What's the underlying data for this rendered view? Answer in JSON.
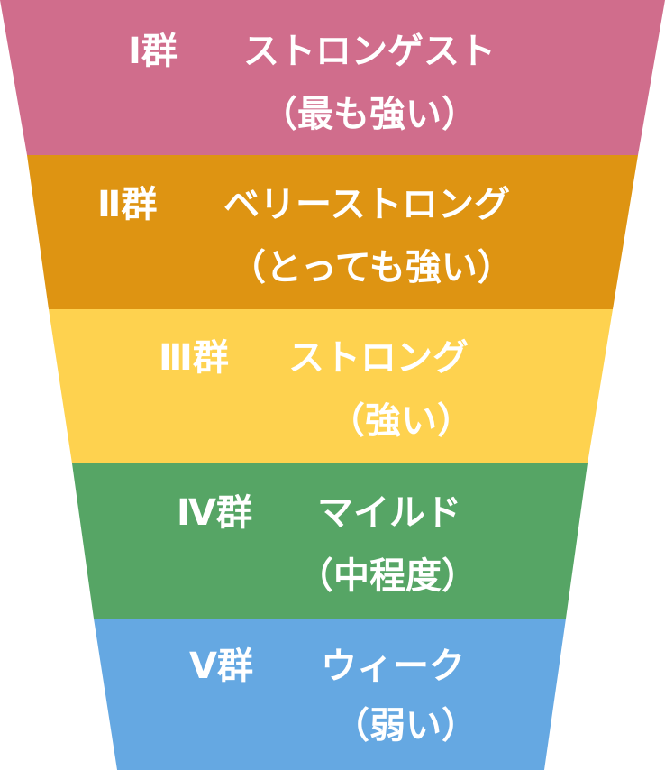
{
  "funnel": {
    "levels": [
      {
        "group": "Ⅰ群",
        "name": "ストロンゲスト",
        "description": "（最も強い）",
        "color": "#D06D8C"
      },
      {
        "group": "Ⅱ群",
        "name": "ベリーストロング",
        "description": "（とっても強い）",
        "color": "#DE9412"
      },
      {
        "group": "Ⅲ群",
        "name": "ストロング",
        "description": "（強い）",
        "color": "#FED24F"
      },
      {
        "group": "Ⅳ群",
        "name": "マイルド",
        "description": "（中程度）",
        "color": "#56A565"
      },
      {
        "group": "Ⅴ群",
        "name": "ウィーク",
        "description": "（弱い）",
        "color": "#65A8E2"
      }
    ]
  }
}
